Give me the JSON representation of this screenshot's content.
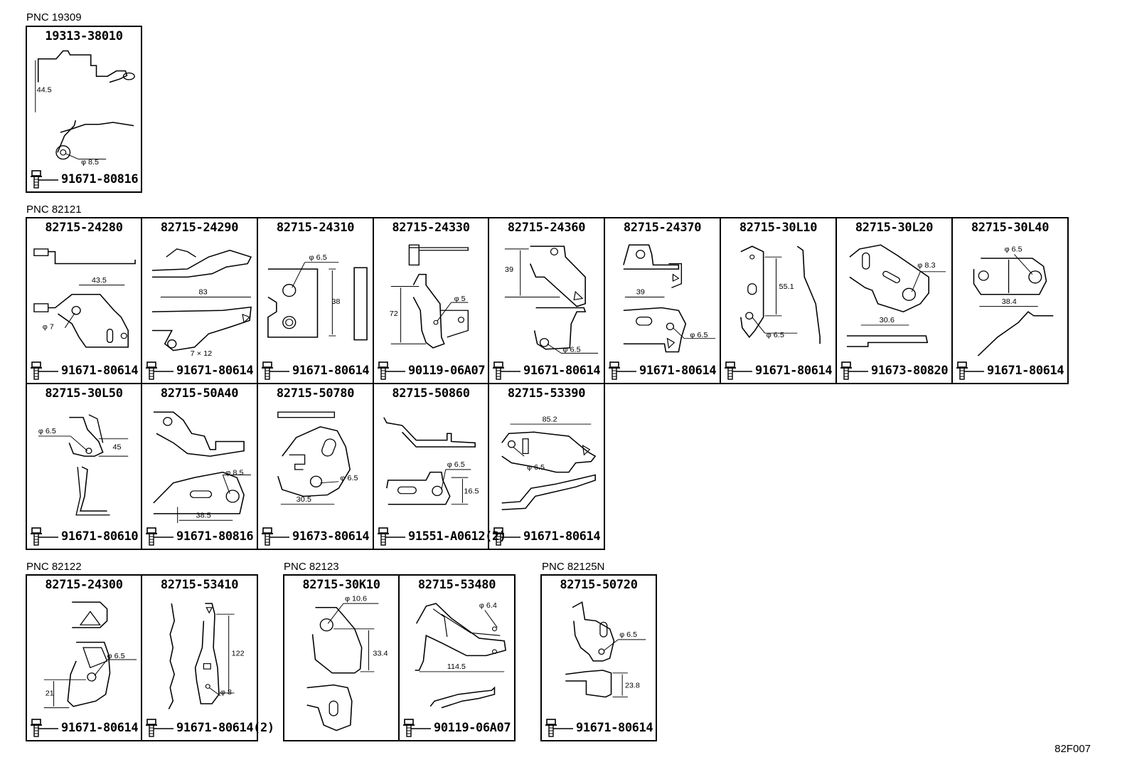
{
  "pnc_labels": {
    "p19309": "PNC 19309",
    "p82121": "PNC 82121",
    "p82122": "PNC 82122",
    "p82123": "PNC 82123",
    "p82125n": "PNC 82125N"
  },
  "cells": [
    {
      "part": "19313-38010",
      "bolt": "91671-80816",
      "dims": [
        "44.5",
        "φ 8.5"
      ]
    },
    {
      "part": "82715-24280",
      "bolt": "91671-80614",
      "dims": [
        "43.5",
        "φ 7"
      ]
    },
    {
      "part": "82715-24290",
      "bolt": "91671-80614",
      "dims": [
        "83",
        "7 × 12"
      ]
    },
    {
      "part": "82715-24310",
      "bolt": "91671-80614",
      "dims": [
        "φ 6.5",
        "38"
      ]
    },
    {
      "part": "82715-24330",
      "bolt": "90119-06A07",
      "dims": [
        "φ 5",
        "72"
      ]
    },
    {
      "part": "82715-24360",
      "bolt": "91671-80614",
      "dims": [
        "39",
        "φ 6.5"
      ]
    },
    {
      "part": "82715-24370",
      "bolt": "91671-80614",
      "dims": [
        "39",
        "φ 6.5"
      ]
    },
    {
      "part": "82715-30L10",
      "bolt": "91671-80614",
      "dims": [
        "55.1",
        "φ 6.5"
      ]
    },
    {
      "part": "82715-30L20",
      "bolt": "91673-80820",
      "dims": [
        "φ 8.3",
        "30.6"
      ]
    },
    {
      "part": "82715-30L40",
      "bolt": "91671-80614",
      "dims": [
        "φ 6.5",
        "38.4"
      ]
    },
    {
      "part": "82715-30L50",
      "bolt": "91671-80610",
      "dims": [
        "φ 6.5",
        "45"
      ]
    },
    {
      "part": "82715-50A40",
      "bolt": "91671-80816",
      "dims": [
        "φ 8.5",
        "38.5"
      ]
    },
    {
      "part": "82715-50780",
      "bolt": "91673-80614",
      "dims": [
        "φ 6.5",
        "30.5"
      ]
    },
    {
      "part": "82715-50860",
      "bolt": "91551-A0612(2)",
      "dims": [
        "φ 6.5",
        "16.5"
      ]
    },
    {
      "part": "82715-53390",
      "bolt": "91671-80614",
      "dims": [
        "85.2",
        "φ 6.5"
      ]
    },
    {
      "part": "82715-24300",
      "bolt": "91671-80614",
      "dims": [
        "φ 6.5",
        "21"
      ]
    },
    {
      "part": "82715-53410",
      "bolt": "91671-80614(2)",
      "dims": [
        "122",
        "φ 8"
      ]
    },
    {
      "part": "82715-30K10",
      "bolt": "",
      "dims": [
        "φ 10.6",
        "33.4"
      ]
    },
    {
      "part": "82715-53480",
      "bolt": "90119-06A07",
      "dims": [
        "φ 6.4",
        "114.5"
      ]
    },
    {
      "part": "82715-50720",
      "bolt": "91671-80614",
      "dims": [
        "φ 6.5",
        "23.8"
      ]
    }
  ],
  "figure_id": "82F007"
}
